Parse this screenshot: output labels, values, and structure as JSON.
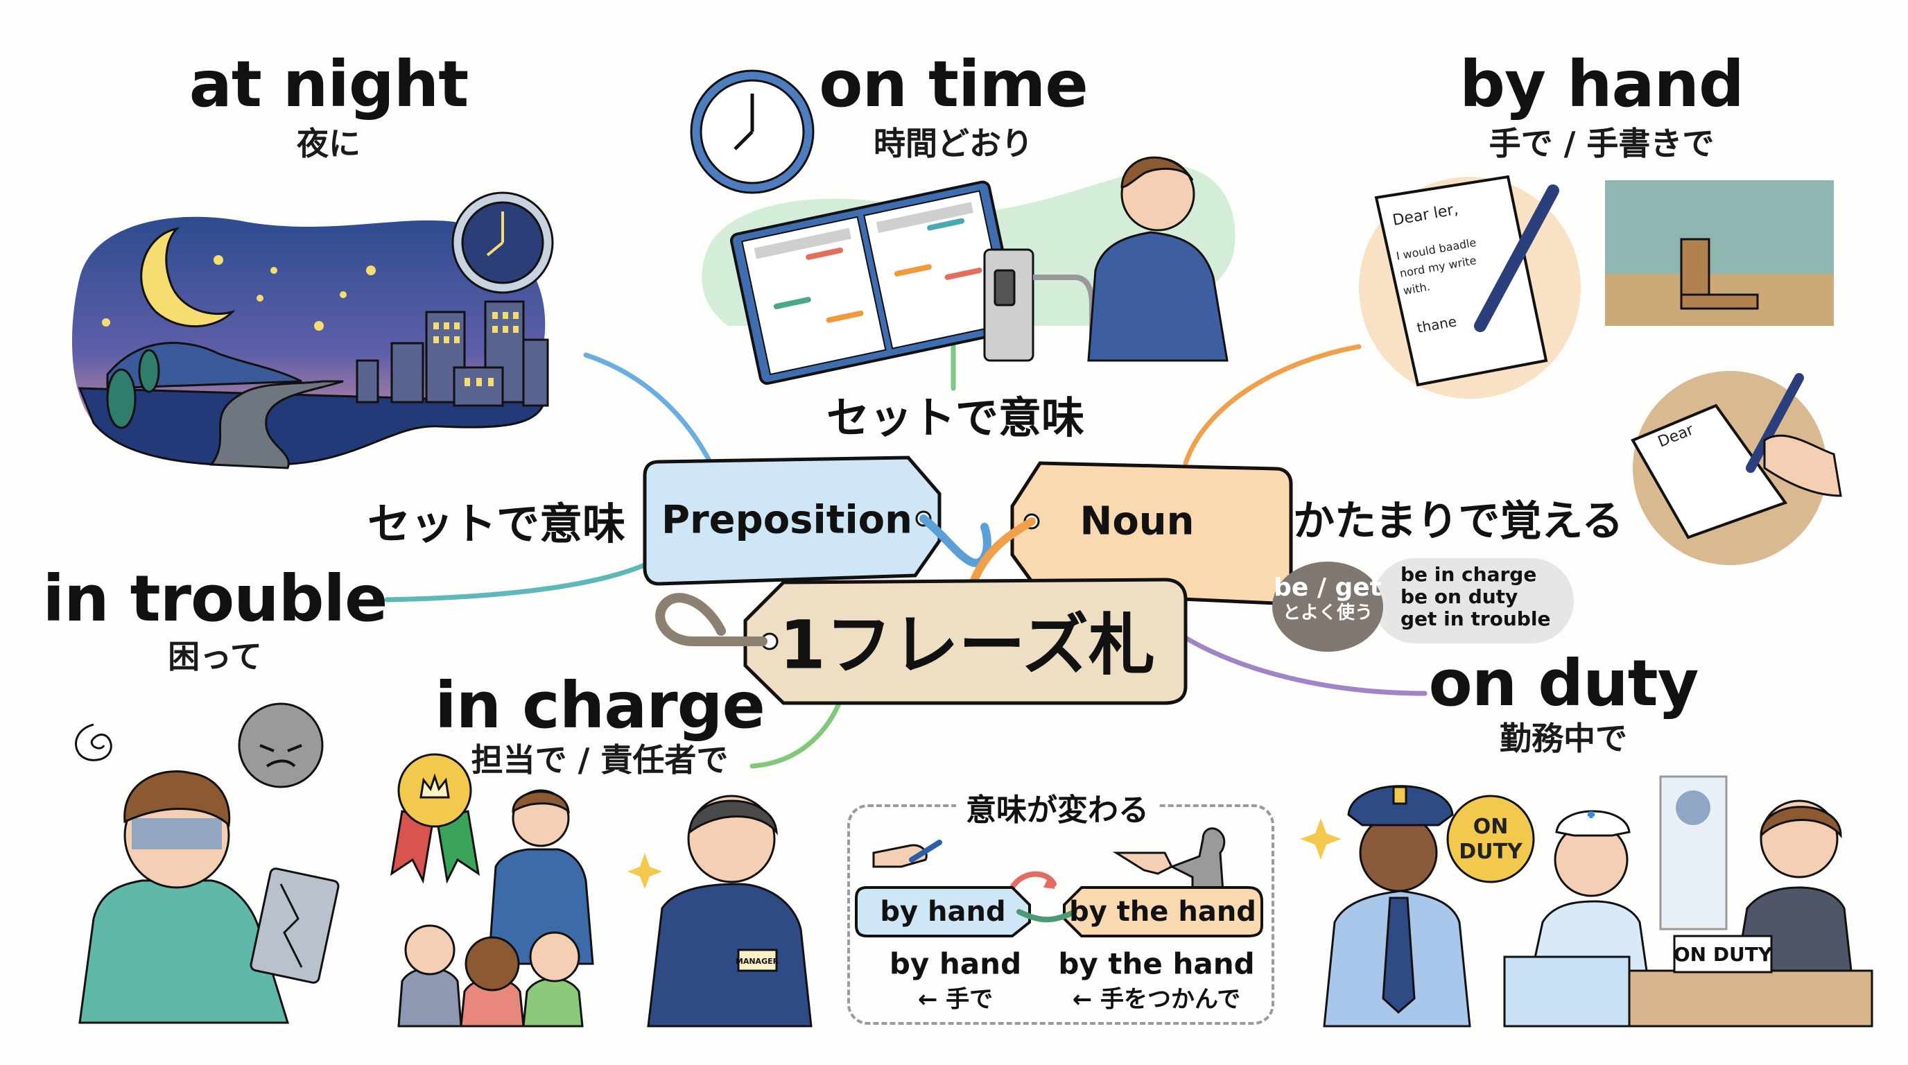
{
  "colors": {
    "background": "#fdfdfc",
    "preposition_tag": "#cfe6f7",
    "preposition_border": "#5a9fd8",
    "noun_tag": "#fbd9b0",
    "noun_border": "#f0a04a",
    "phrase_tag": "#eedfc4",
    "phrase_string": "#8c8070",
    "line_at_night": "#6aaee0",
    "line_on_time": "#7cc785",
    "line_by_hand": "#f0a04a",
    "line_in_trouble": "#5fb8b8",
    "line_in_charge": "#82c77a",
    "line_on_duty": "#a184c4",
    "link_by_hand": "#4a9a74",
    "arrow_red": "#e26b62"
  },
  "center": {
    "preposition_label": "Preposition",
    "noun_label": "Noun",
    "phrase_card_label": "1フレーズ札",
    "caption_top": "セットで意味",
    "caption_left": "セットで意味"
  },
  "phrases": [
    {
      "id": "at-night",
      "english": "at night",
      "japanese": "夜に",
      "illustration": "night-city-scene-with-moon-and-clock"
    },
    {
      "id": "on-time",
      "english": "on time",
      "japanese": "時間どおり",
      "illustration": "clock-planner-and-man-at-gate"
    },
    {
      "id": "by-hand",
      "english": "by hand",
      "japanese": "手で / 手書きで",
      "illustration": "handwritten-letter-and-handcraft"
    },
    {
      "id": "in-trouble",
      "english": "in trouble",
      "japanese": "困って",
      "illustration": "worried-man-with-broken-phone"
    },
    {
      "id": "in-charge",
      "english": "in charge",
      "japanese": "担当で / 責任者で",
      "illustration": "leader-and-manager-with-team",
      "badge_text": "MANAGER"
    },
    {
      "id": "on-duty",
      "english": "on duty",
      "japanese": "勤務中で",
      "illustration": "police-nurse-receptionist",
      "badge_texts": [
        "ON DUTY",
        "ON DUTY",
        "ON DUTY"
      ]
    }
  ],
  "chunk_tip": {
    "heading": "かたまりで覚える",
    "bubble_line1": "be / get",
    "bubble_line2": "とよく使う",
    "examples": [
      "be in charge",
      "be on duty",
      "get in trouble"
    ]
  },
  "meaning_change": {
    "heading": "意味が変わる",
    "left_tag": "by hand",
    "right_tag": "by the hand",
    "left_label": "by hand",
    "left_meaning": "← 手で",
    "right_label": "by the hand",
    "right_meaning": "← 手をつかんで"
  }
}
